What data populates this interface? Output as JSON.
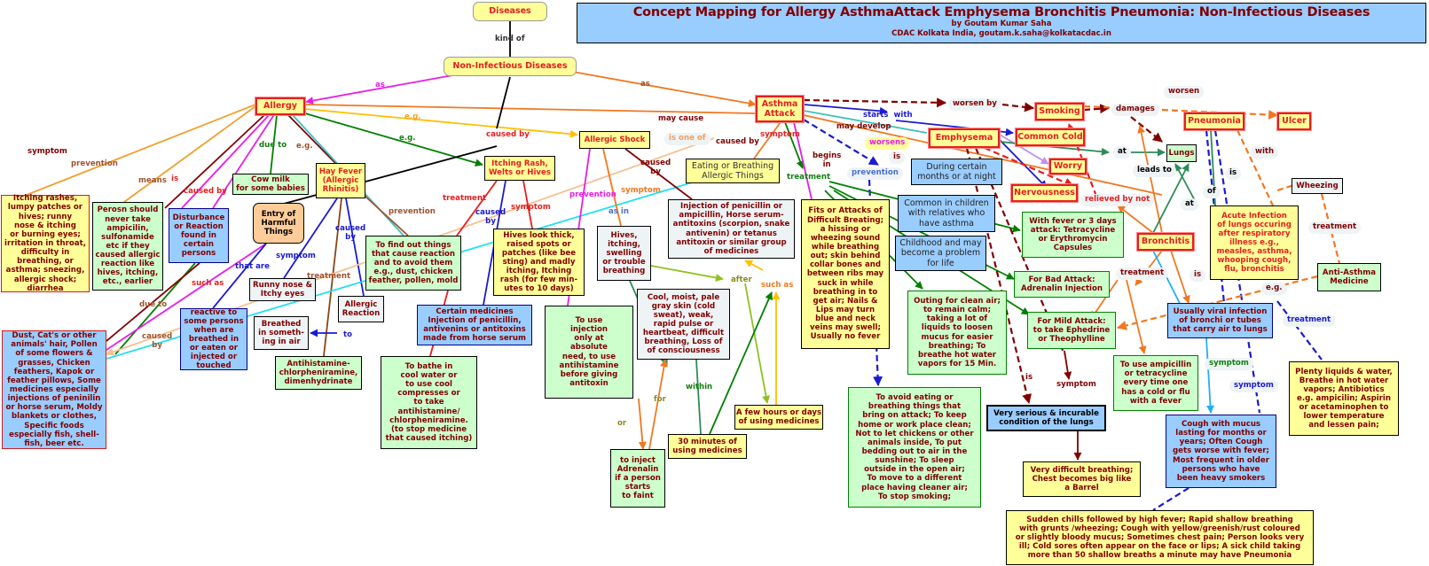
{
  "header": {
    "title": "Concept Mapping for Allergy AsthmaAttack Emphysema Bronchitis Pneumonia: Non-Infectious Diseases",
    "author": "by Goutam Kumar Saha",
    "affiliation": "CDAC Kolkata India,  goutam.k.saha@kolkatacdac.in"
  },
  "nodes": {
    "diseases": "Diseases",
    "non_infectious": "Non-Infectious Diseases",
    "allergy": "Allergy",
    "asthma_attack": "Asthma\nAttack",
    "allergic_shock": "Allergic Shock",
    "itching_rash": "Itching Rash,\nWelts or Hives",
    "hay_fever": "Hay Fever\n(Allergic\nRhinitis)",
    "cow_milk": "Cow milk\nfor some babies",
    "entry": "Entry of\nHarmful\nThings",
    "disturbance": "Disturbance\nor Reaction\nfound in\ncertain\npersons",
    "allergy_symptoms": "Itching rashes,\nlumpy patches or\nhives; runny\nnose & itching\nor burning eyes;\nirritation in throat,\ndifficulty in\nbreathing, or\nasthma; sneezing,\nallergic shock;\ndiarrhea",
    "allergy_prevention": "Perosn should\nnever take\nampicilin,\nsulfonamide\netc if they\ncaused allergic\nreaction like\nhives, itching,\netc., earlier",
    "allergens": "Dust, Cat's or other\nanimals' hair, Pollen\nof some flowers &\ngrasses, Chicken\nfeathers, Kapok or\nfeather pillows, Some\nmedicines especially\ninjections of peninilin\nor horse serum, Moldy\nblankets or clothes,\nSpecific foods\nespecially fish, shell-\nfish, beer etc.",
    "reactive": "reactive to\nsome persons\nwhen are\nbreathed in\nor eaten or\ninjected or\ntouched",
    "runny_nose": "Runny nose &\nItchy eyes",
    "breathed": "Breathed\nin someth-\ning in air",
    "allergic_reaction": "Allergic\nReaction",
    "antihistamine": "Antihistamine-\nchlorpheniramine,\ndimenhydrinate",
    "find_out": "To find out things\nthat cause reaction\nand to avoid them\ne.g., dust, chicken\nfeather, pollen, mold",
    "certain_medicines": "Certain medicines\nInjection of penicillin,\nantivenins or antitoxins\nmade from horse serum",
    "bathe": "To bathe in\ncool water or\nto use cool\ncompresses or\nto take\nantihistamine/\nchlorpheniramine.\n(to stop medicine\nthat caused itching)",
    "hives_look": "Hives look thick,\nraised spots or\npatches (like bee\nsting) and madly\nitching, Itching\nrash (for few min-\nutes to 10 days)",
    "eating_breathing": "Eating or Breathing\nAllergic Things",
    "injection_penicillin": "Injection of penicillin or\nampicillin, Horse serum-\nantitoxins (scorpion, snake\nantivenin) or tetanus\nantitoxin or similar group\nof medicines",
    "hives_itching": "Hives,\nitching,\nswelling\nor trouble\nbreathing",
    "use_injection": "To use\ninjection\nonly at\nabsolute\nneed, to use\nantihistamine\nbefore giving\nantitoxin",
    "cool_moist": "Cool, moist, pale\ngray skin (cold\nsweat), weak,\nrapid pulse or\nheartbeat, difficult\nbreathing, Loss of\nof consciousness",
    "inject_adrenalin": "to inject\nAdrenalin\nif a person\nstarts\nto faint",
    "thirty_minutes": "30 minutes of\nusing medicines",
    "few_hours": "A few hours or days\nof using medicines",
    "fits": "Fits or Attacks of\nDifficult Breating;\na hissing or\nwheezing sound\nwhile breathing\nout; skin behind\ncollar bones and\nbetween ribs may\nsuck in while\nbreathing in to\nget air; Nails &\nLips may turn\nblue and neck\nveins may swell;\nUsually no fever",
    "during_months": "During certain\nmonths or at night",
    "common_children": "Common in children\nwith relatives who\nhave asthma",
    "childhood": "Childhood and may\nbecome a problem\nfor life",
    "emphysema": "Emphysema",
    "common_cold": "Common Cold",
    "smoking": "Smoking",
    "worry": "Worry",
    "nervousness": "Nervousness",
    "with_fever": "With fever or 3 days\nattack: Tetracycline\nor Erythromycin\nCapsules",
    "bad_attack": "For Bad Attack:\nAdrenalin Injection",
    "outing": "Outing for clean air;\nto remain calm;\ntaking a lot of\nliquids to loosen\nmucus for easier\nbreathing; To\nbreathe hot water\nvapors for 15 Min.",
    "mild_attack": "For Mild Attack:\nto take Ephedrine\nor Theophylline",
    "avoid": "To avoid eating or\nbreathing things that\nbring on attack; To keep\nhome or work place clean;\nNot to let chickens or other\nanimals inside, To put\nbedding out to air in the\nsunshine; To sleep\noutside in the open air;\nTo move to a different\nplace having cleaner air;\nTo stop smoking;",
    "very_serious": "Very serious & incurable\ncondition of the lungs",
    "very_difficult": "Very difficult breathing;\nChest becomes big like\na Barrel",
    "lungs": "Lungs",
    "pneumonia": "Pneumonia",
    "ulcer": "Ulcer",
    "wheezing": "Wheezing",
    "bronchitis": "Bronchitis",
    "acute_infection": "Acute Infection\nof lungs occuring\nafter respiratory\nillness e.g.,\nmeasles, asthma,\nwhooping cough,\nflu, bronchitis",
    "anti_asthma": "Anti-Asthma\nMedicine",
    "viral_infection": "Usually viral infection\nof bronchi or tubes\nthat carry air to lungs",
    "use_ampicillin": "To use ampicillin\nor tetracycline\nevery time one\nhas a cold or flu\nwith a fever",
    "cough_mucus": "Cough with mucus\nlasting for months or\nyears; Often Cough\ngets worse with fever;\nMost frequent in older\npersons who have\nbeen heavy smokers",
    "plenty_liquids": "Plenty liquids & water,\nBreathe in hot water\nvapors; Antibiotics\ne.g. ampicilin; Aspirin\nor acetaminophen to\nlower temperature\nand lessen pain;",
    "pneumonia_symptoms": "Sudden chills followed by high fever; Rapid shallow breathing\nwith grunts /wheezing; Cough with yellow/greenish/rust coloured\nor slightly bloody mucus; Sometimes chest pain; Person looks very\nill; Cold sores often appear on the face or lips; A sick child taking\nmore than 50 shallow breaths a minute may have Pneumonia"
  },
  "links": {
    "kind_of": "kind of",
    "as1": "as",
    "as2": "as",
    "eg1": "e.g.",
    "eg2": "e.g.",
    "may_cause": "may cause",
    "caused_by1": "caused by",
    "is_one_of": "is one of",
    "caused_by2": "caused by",
    "symptom1": "symptom",
    "symptom2": "symptom",
    "prevention1": "prevention",
    "means": "means",
    "is1": "is",
    "caused_by3": "caused by",
    "due_to1": "due to",
    "eg3": "e.g.",
    "prevention2": "prevention",
    "treatment1": "treatment",
    "caused_by4": "caused\nby",
    "symptom3": "symptom",
    "caused_by5": "caused\nby",
    "prevention3": "prevention",
    "symptom4": "symptom",
    "as_in": "as in",
    "symptom5": "symptom",
    "treatment2": "treatment",
    "caused_by6": "caused\nby",
    "that_are": "that are",
    "such_as1": "such as",
    "due_to2": "due to",
    "caused_by7": "caused\nby",
    "to": "to",
    "after": "after",
    "such_as2": "such as",
    "within": "within",
    "for": "for",
    "or": "or",
    "begins_in": "begins\nin",
    "treatment3": "treatment",
    "starts_with": "starts  with",
    "may_develop": "may develop",
    "worsens": "worsens",
    "is2": "is",
    "prevention4": "prevention",
    "worsen_by": "worsen by",
    "damages": "damages",
    "worsen": "worsen",
    "at1": "at",
    "leads_to": "leads to",
    "at2": "at",
    "of": "of",
    "is3": "is",
    "with": "with",
    "treatment4": "treatment",
    "relieved_by_not": "relieved by not",
    "treatment5": "treatment",
    "is4": "is",
    "eg4": "e.g.",
    "treatment6": "treatment",
    "symptom6": "symptom",
    "symptom7": "symptom",
    "is5": "is",
    "symptom8": "symptom"
  }
}
